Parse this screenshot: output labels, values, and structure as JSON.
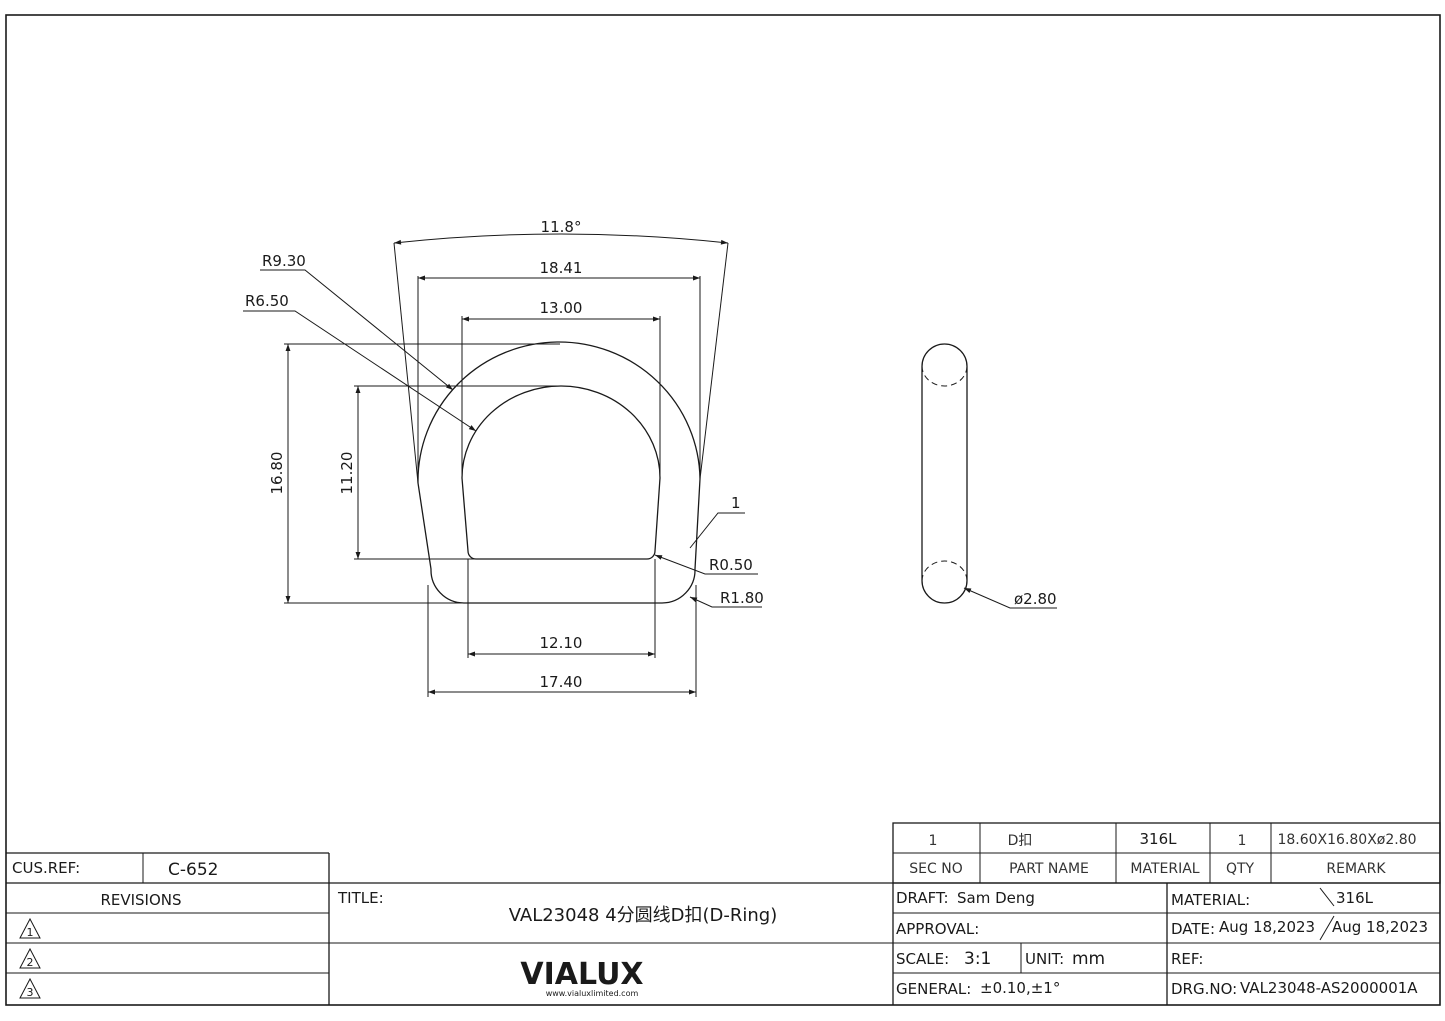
{
  "drawing": {
    "dimensions": {
      "angle": "11.8°",
      "outer_top_width": "18.41",
      "inner_top_width": "13.00",
      "outer_radius": "R9.30",
      "inner_radius": "R6.50",
      "outer_height": "16.80",
      "inner_height": "11.20",
      "inner_corner_radius": "R0.50",
      "outer_corner_radius": "R1.80",
      "inner_bottom_width": "12.10",
      "outer_bottom_width": "17.40",
      "balloon": "1",
      "wire_diameter": "ø2.80"
    }
  },
  "bom": {
    "row": {
      "sec_no": "1",
      "part_name": "D扣",
      "material": "316L",
      "qty": "1",
      "remark": "18.60X16.80Xø2.80"
    },
    "headers": {
      "sec_no": "SEC NO",
      "part_name": "PART NAME",
      "material": "MATERIAL",
      "qty": "QTY",
      "remark": "REMARK"
    }
  },
  "title_block": {
    "cus_ref_label": "CUS.REF:",
    "cus_ref_value": "C-652",
    "revisions_label": "REVISIONS",
    "revision_marks": [
      "1",
      "2",
      "3"
    ],
    "title_label": "TITLE:",
    "title_value": "VAL23048  4分圆线D扣(D-Ring)",
    "logo_text": "VIALUX",
    "logo_url": "www.vialuxlimited.com",
    "draft_label": "DRAFT:",
    "draft_value": "Sam Deng",
    "approval_label": "APPROVAL:",
    "scale_label": "SCALE:",
    "scale_value": "3:1",
    "unit_label": "UNIT:",
    "unit_value": "mm",
    "general_label": "GENERAL:",
    "general_value": "±0.10,±1°",
    "material_label": "MATERIAL:",
    "material_value": "316L",
    "date_label": "DATE:",
    "date_value_1": "Aug 18,2023",
    "date_value_2": "Aug 18,2023",
    "ref_label": "REF:",
    "drg_label": "DRG.NO:",
    "drg_value": "VAL23048-AS2000001A"
  }
}
